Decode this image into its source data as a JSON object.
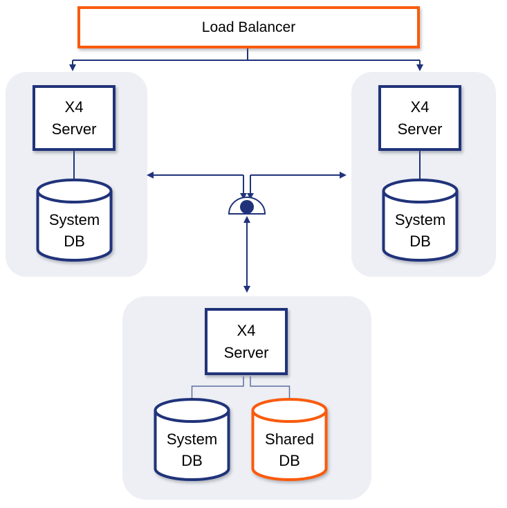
{
  "colors": {
    "navy": "#20337A",
    "orange": "#F95B0D",
    "panel_background": "#EDEFF4",
    "node_background": "#FFFFFF",
    "text": "#000000",
    "thin_connector": "#5F6F9D"
  },
  "nodes": {
    "load_balancer": {
      "label": "Load Balancer"
    },
    "left_group": {
      "server": {
        "line1": "X4",
        "line2": "Server"
      },
      "system_db": {
        "line1": "System",
        "line2": "DB"
      }
    },
    "right_group": {
      "server": {
        "line1": "X4",
        "line2": "Server"
      },
      "system_db": {
        "line1": "System",
        "line2": "DB"
      }
    },
    "bottom_group": {
      "server": {
        "line1": "X4",
        "line2": "Server"
      },
      "system_db": {
        "line1": "System",
        "line2": "DB"
      },
      "shared_db": {
        "line1": "Shared",
        "line2": "DB"
      }
    }
  },
  "icons": {
    "junction": "connection-junction-dome",
    "database": "database-cylinder"
  }
}
